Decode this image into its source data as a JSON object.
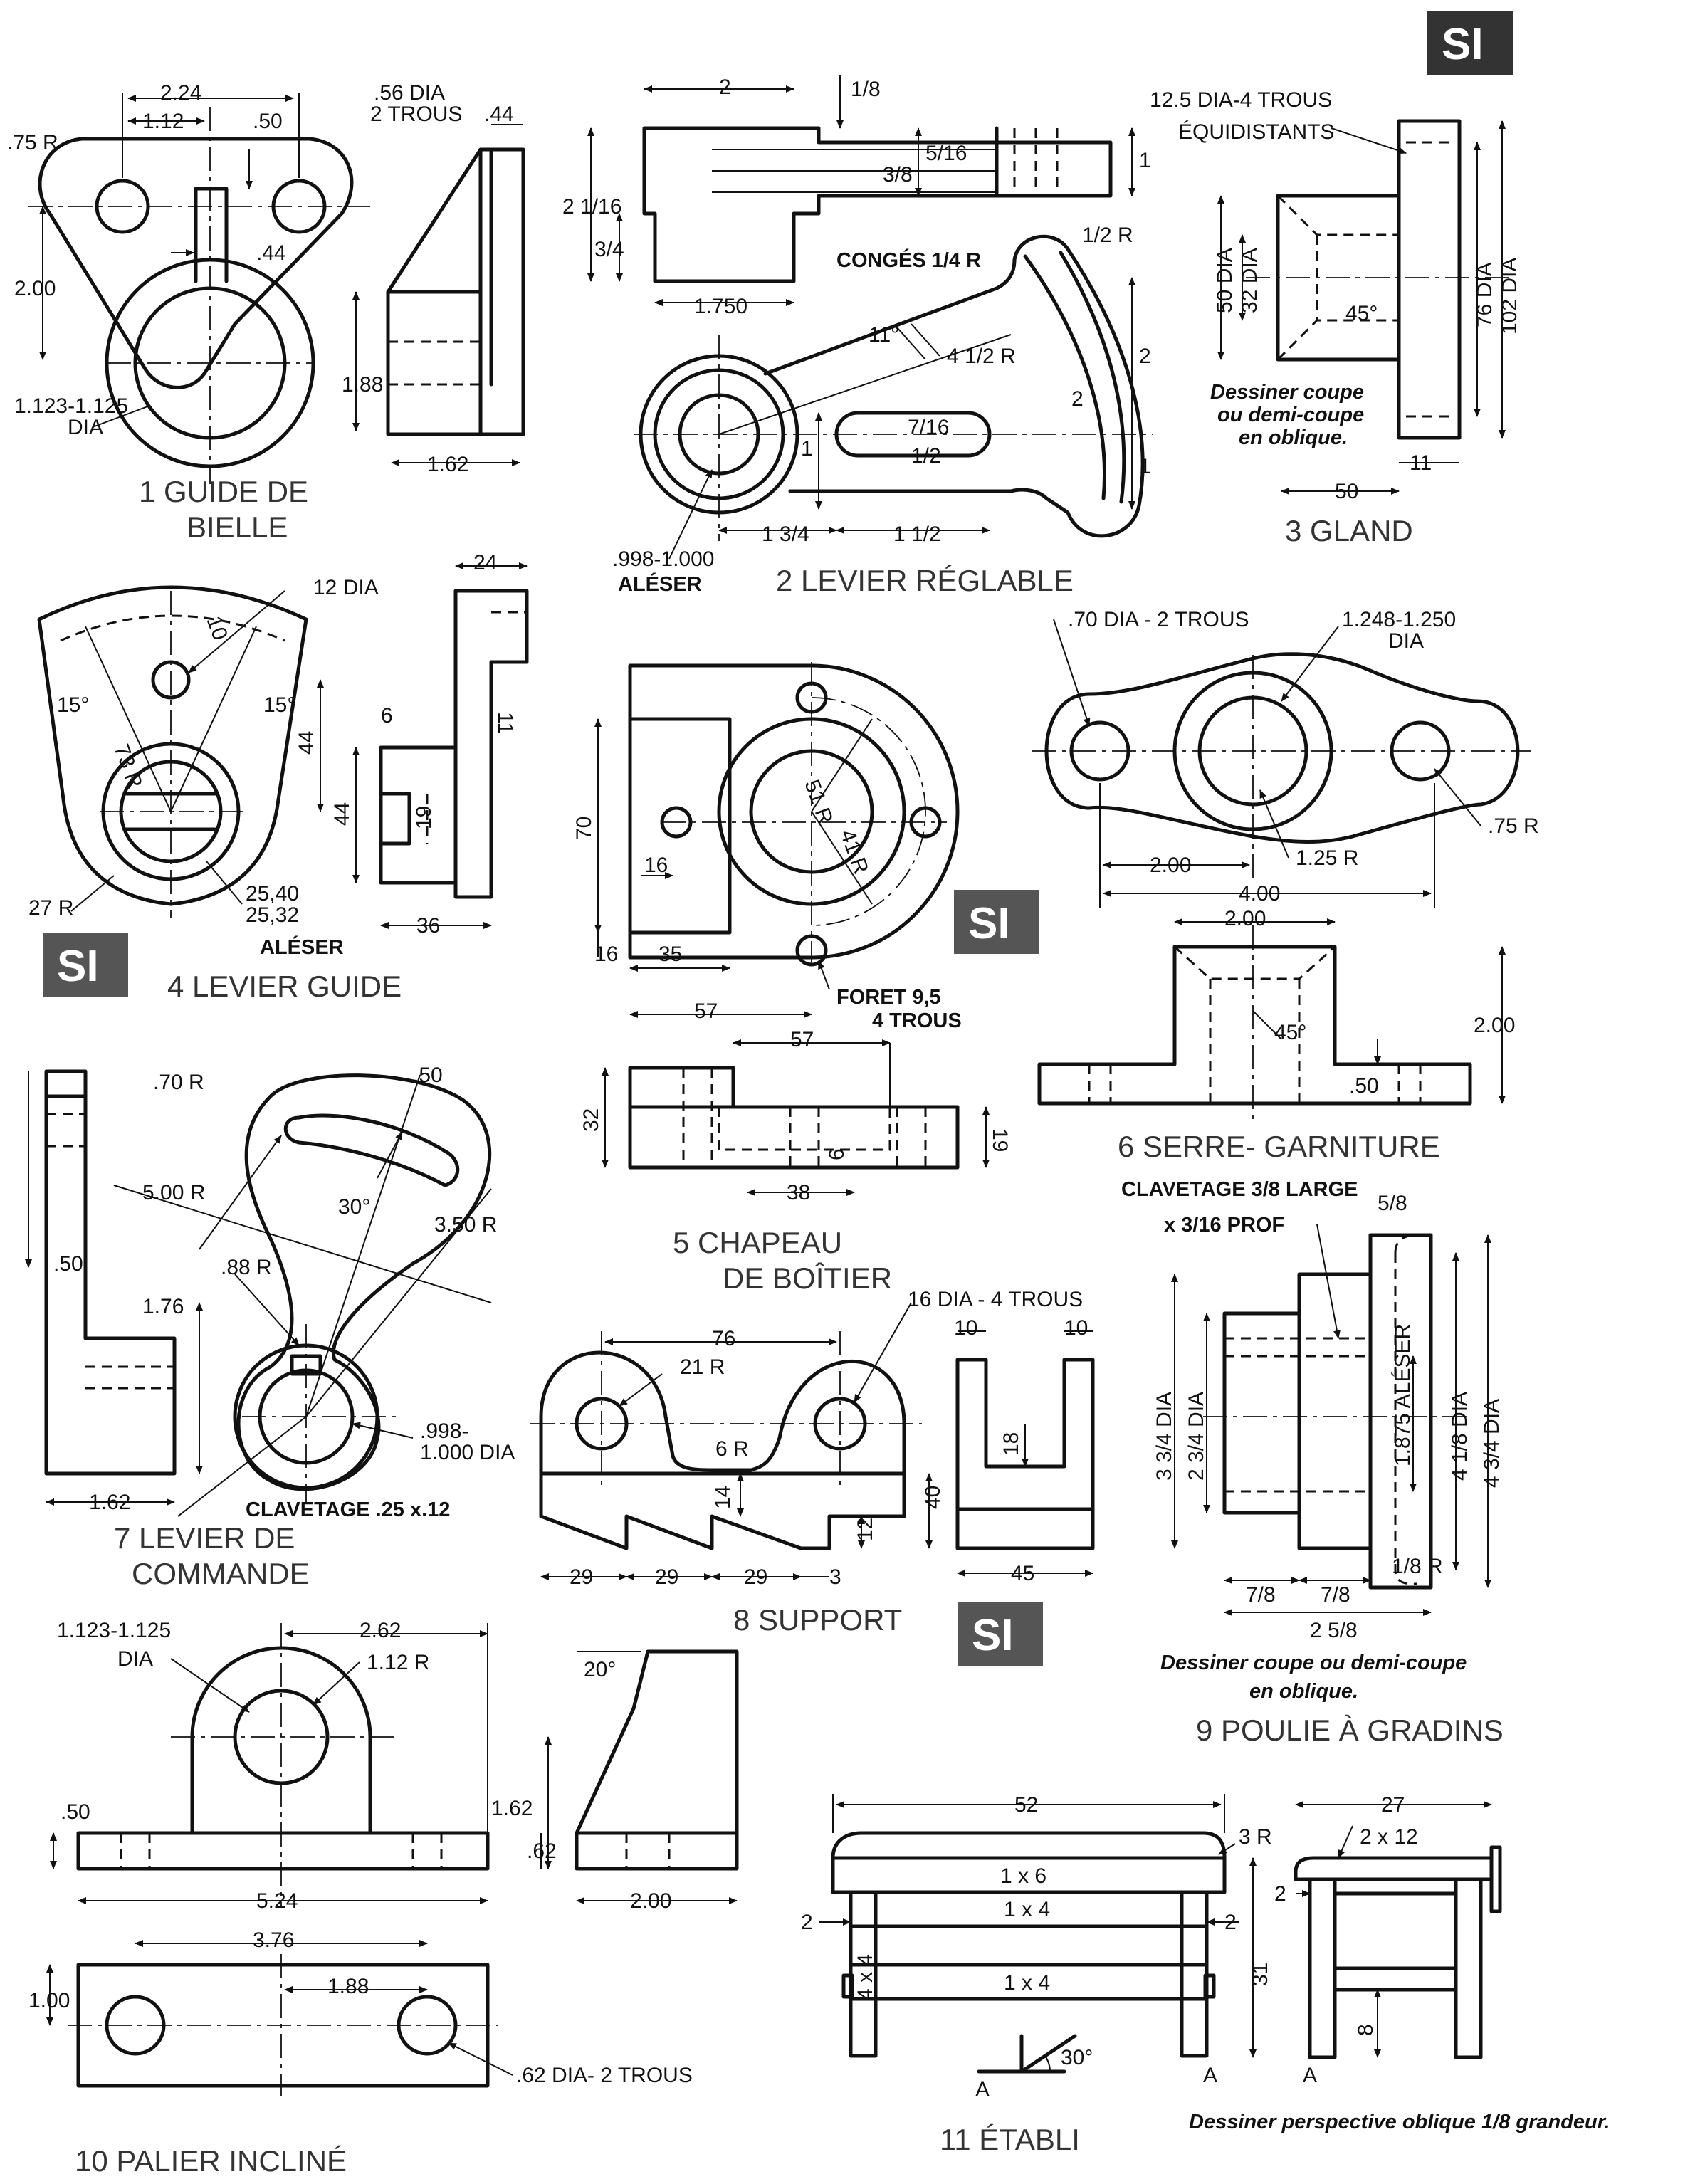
{
  "si_badge": "SI",
  "p1": {
    "title_1": "1   GUIDE DE",
    "title_2": "BIELLE",
    "d_224": "2.24",
    "d_112": "1.12",
    "d_50": ".50",
    "d_56": ".56 DIA",
    "d_2trous": "2 TROUS",
    "d_44a": ".44",
    "d_75r": ".75 R",
    "d_44b": ".44",
    "d_200": "2.00",
    "d_dia1": "1.123-1.125",
    "d_dia2": "DIA",
    "d_188": "1.88",
    "d_162": "1.62"
  },
  "p2": {
    "title": "2   LEVIER RÉGLABLE",
    "d_2": "2",
    "d_18": "1/8",
    "d_2_1_16": "2 1/16",
    "d_5_16": "5/16",
    "d_3_8": "3/8",
    "d_1": "1",
    "d_3_4": "3/4",
    "d_1750": "1.750",
    "conges": "CONGÉS 1/4 R",
    "d_half_r": "1/2 R",
    "d_11": "11°",
    "d_4half_r": "4 1/2 R",
    "d_2b": "2",
    "d_2c": "2",
    "d_7_16": "7/16",
    "d_half": "1/2",
    "d_1b": "1",
    "d_1c": "1",
    "d_1_3_4": "1 3/4",
    "d_1_1_2": "1 1/2",
    "alesage_1": ".998-1.000",
    "alesage_2": "ALÉSER"
  },
  "p3": {
    "title": "3   GLAND",
    "note_holes_1": "12.5 DIA-4 TROUS",
    "note_holes_2": "ÉQUIDISTANTS",
    "d_50dia": "50 DIA",
    "d_32dia": "32 DIA",
    "d_45": "45°",
    "d_76dia": "76 DIA",
    "d_102dia": "102 DIA",
    "note_1": "Dessiner coupe",
    "note_2": "ou demi-coupe",
    "note_3": "en oblique.",
    "d_50": "50",
    "d_11": "11"
  },
  "p4": {
    "title": "4   LEVIER GUIDE",
    "d_12dia": "12 DIA",
    "d_10": "10",
    "d_15a": "15°",
    "d_15b": "15°",
    "d_73r": "73 R",
    "d_27r": "27 R",
    "d_2540": "25,40",
    "d_2532": "25,32",
    "aleser": "ALÉSER",
    "d_24": "24",
    "d_11": "11",
    "d_6": "6",
    "d_44a": "44",
    "d_44b": "44",
    "d_19": "19",
    "d_36": "36"
  },
  "p5": {
    "title_1": "5   CHAPEAU",
    "title_2": "DE BOÎTIER",
    "d_70": "70",
    "d_16a": "16",
    "d_16b": "16",
    "d_35": "35",
    "d_57a": "57",
    "d_51r": "51 R",
    "d_41r": "41 R",
    "foret_1": "FORET 9,5",
    "foret_2": "4 TROUS",
    "d_57b": "57",
    "d_32": "32",
    "d_19": "19",
    "d_6": "6",
    "d_38": "38"
  },
  "p6": {
    "title": "6   SERRE- GARNITURE",
    "d_70dia": ".70 DIA - 2 TROUS",
    "d_1248": "1.248-1.250",
    "d_dia": "DIA",
    "d_75r": ".75 R",
    "d_200a": "2.00",
    "d_125r": "1.25 R",
    "d_400": "4.00",
    "d_200b": "2.00",
    "d_200c": "2.00",
    "d_45": "45°",
    "d_50": ".50"
  },
  "p7": {
    "title_1": "7   LEVIER DE",
    "title_2": "COMMANDE",
    "d_70r": ".70 R",
    "d_50a": ".50",
    "d_500r": "5.00 R",
    "d_30": "30°",
    "d_350r": "3.50 R",
    "d_88r": ".88 R",
    "d_50b": ".50",
    "d_176": "1.76",
    "d_998": ".998-",
    "d_1000": "1.000 DIA",
    "d_162": "1.62",
    "clavetage": "CLAVETAGE .25 x.12"
  },
  "p8": {
    "title": "8   SUPPORT",
    "d_16dia": "16 DIA - 4 TROUS",
    "d_76": "76",
    "d_21r": "21 R",
    "d_6r": "6 R",
    "d_14": "14",
    "d_40": "40",
    "d_12": "12",
    "d_29a": "29",
    "d_29b": "29",
    "d_29c": "29",
    "d_3": "3",
    "d_10a": "10",
    "d_10b": "10",
    "d_18": "18",
    "d_45": "45"
  },
  "p9": {
    "title": "9   POULIE À GRADINS",
    "clav_1": "CLAVETAGE 3/8 LARGE",
    "clav_2": "x 3/16  PROF",
    "d_5_8": "5/8",
    "d_3_3_4": "3 3/4 DIA",
    "d_2_3_4": "2 3/4 DIA",
    "d_1875": "1.875 ALÉSER",
    "d_4_1_8": "4 1/8 DIA",
    "d_4_3_4": "4 3/4 DIA",
    "d_1_8r": "1/8 R",
    "d_7_8a": "7/8",
    "d_7_8b": "7/8",
    "d_2_5_8": "2 5/8",
    "note_1": "Dessiner coupe ou demi-coupe",
    "note_2": "en  oblique."
  },
  "p10": {
    "title": "10   PALIER INCLINÉ",
    "d_dia_1": "1.123-1.125",
    "d_dia_2": "DIA",
    "d_262": "2.62",
    "d_112r": "1.12 R",
    "d_50": ".50",
    "d_162": "1.62",
    "d_62": ".62",
    "d_524": "5.24",
    "d_200": "2.00",
    "d_20": "20°",
    "d_376": "3.76",
    "d_188": "1.88",
    "d_100": "1.00",
    "d_62dia": ".62 DIA- 2 TROUS"
  },
  "p11": {
    "title": "11   ÉTABLI",
    "d_52": "52",
    "d_3r": "3 R",
    "b_1x6": "1 x 6",
    "b_1x4a": "1 x 4",
    "b_1x4b": "1 x 4",
    "b_4x4": "4 x 4",
    "d_2a": "2",
    "d_2b": "2",
    "d_31": "31",
    "d_30": "30°",
    "a_1": "A",
    "a_2": "A",
    "d_27": "27",
    "b_2x12": "2 x 12",
    "d_2c": "2",
    "d_8": "8",
    "a_3": "A",
    "note": "Dessiner perspective  oblique 1/8 grandeur."
  }
}
